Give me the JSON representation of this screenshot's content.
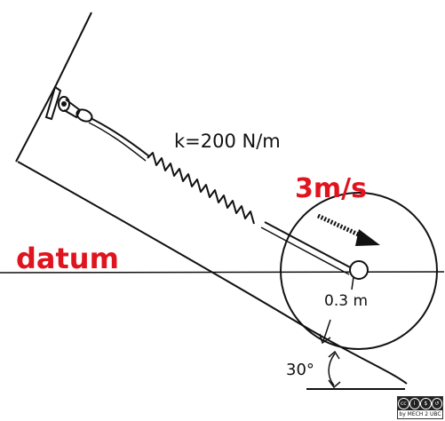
{
  "diagram": {
    "spring_label": "k=200 N/m",
    "velocity_label": "3m/s",
    "datum_label": "datum",
    "radius_label": "0.3 m",
    "angle_label": "30°",
    "accent_color": "#e0141e",
    "ink_color": "#111111"
  },
  "badge": {
    "byline": "by MECH 2 UBC",
    "icons": [
      "cc-icon",
      "by-icon",
      "nc-icon",
      "sa-icon"
    ]
  }
}
